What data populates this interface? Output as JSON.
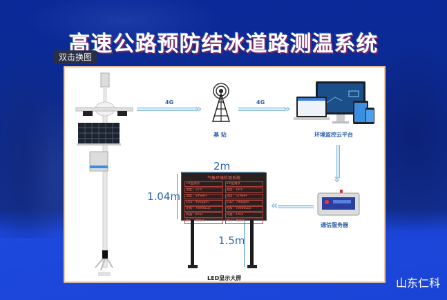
{
  "header": {
    "title": "高速公路预防结冰道路测温系统",
    "hint_badge": "双击换图"
  },
  "diagram": {
    "nodes": {
      "weather_station": {
        "label": ""
      },
      "base_station": {
        "label": "基 站"
      },
      "cloud_platform": {
        "label": "环境监控云平台"
      },
      "comm_server": {
        "label": "通信服务器"
      },
      "led_screen": {
        "label": "LED显示大屏"
      }
    },
    "links": [
      {
        "from": "weather_station",
        "to": "base_station",
        "label": "4G"
      },
      {
        "from": "base_station",
        "to": "cloud_platform",
        "label": "4G"
      },
      {
        "from": "cloud_platform",
        "to": "comm_server",
        "label": ""
      },
      {
        "from": "comm_server",
        "to": "led_screen",
        "label": ""
      }
    ],
    "dimensions": {
      "width": "2m",
      "height": "1.04m",
      "pole_height": "1.5m"
    },
    "led_panel": {
      "title": "气象环境检测系统",
      "rows": [
        [
          "1#监测点",
          "2#监测点"
        ],
        [
          "温度：15℃",
          "温度：18℃"
        ],
        [
          "湿度：50%RH",
          "湿度：52%RH"
        ],
        [
          "CO2：400ppm",
          "CO2：700ppm"
        ],
        [
          "光照：70000Lux",
          "光照：70000Lux"
        ],
        [
          "风速：0m/s",
          "风速：1m/s"
        ],
        [
          "风向：西南风",
          "风向：西南风"
        ]
      ]
    },
    "colors": {
      "accent_blue": "#2e61a8",
      "arrow_blue": "#8cc0de",
      "dimension_blue": "#4a9adf",
      "led_text": "#ff6b5c"
    }
  },
  "footer": {
    "brand": "山东仁科"
  }
}
